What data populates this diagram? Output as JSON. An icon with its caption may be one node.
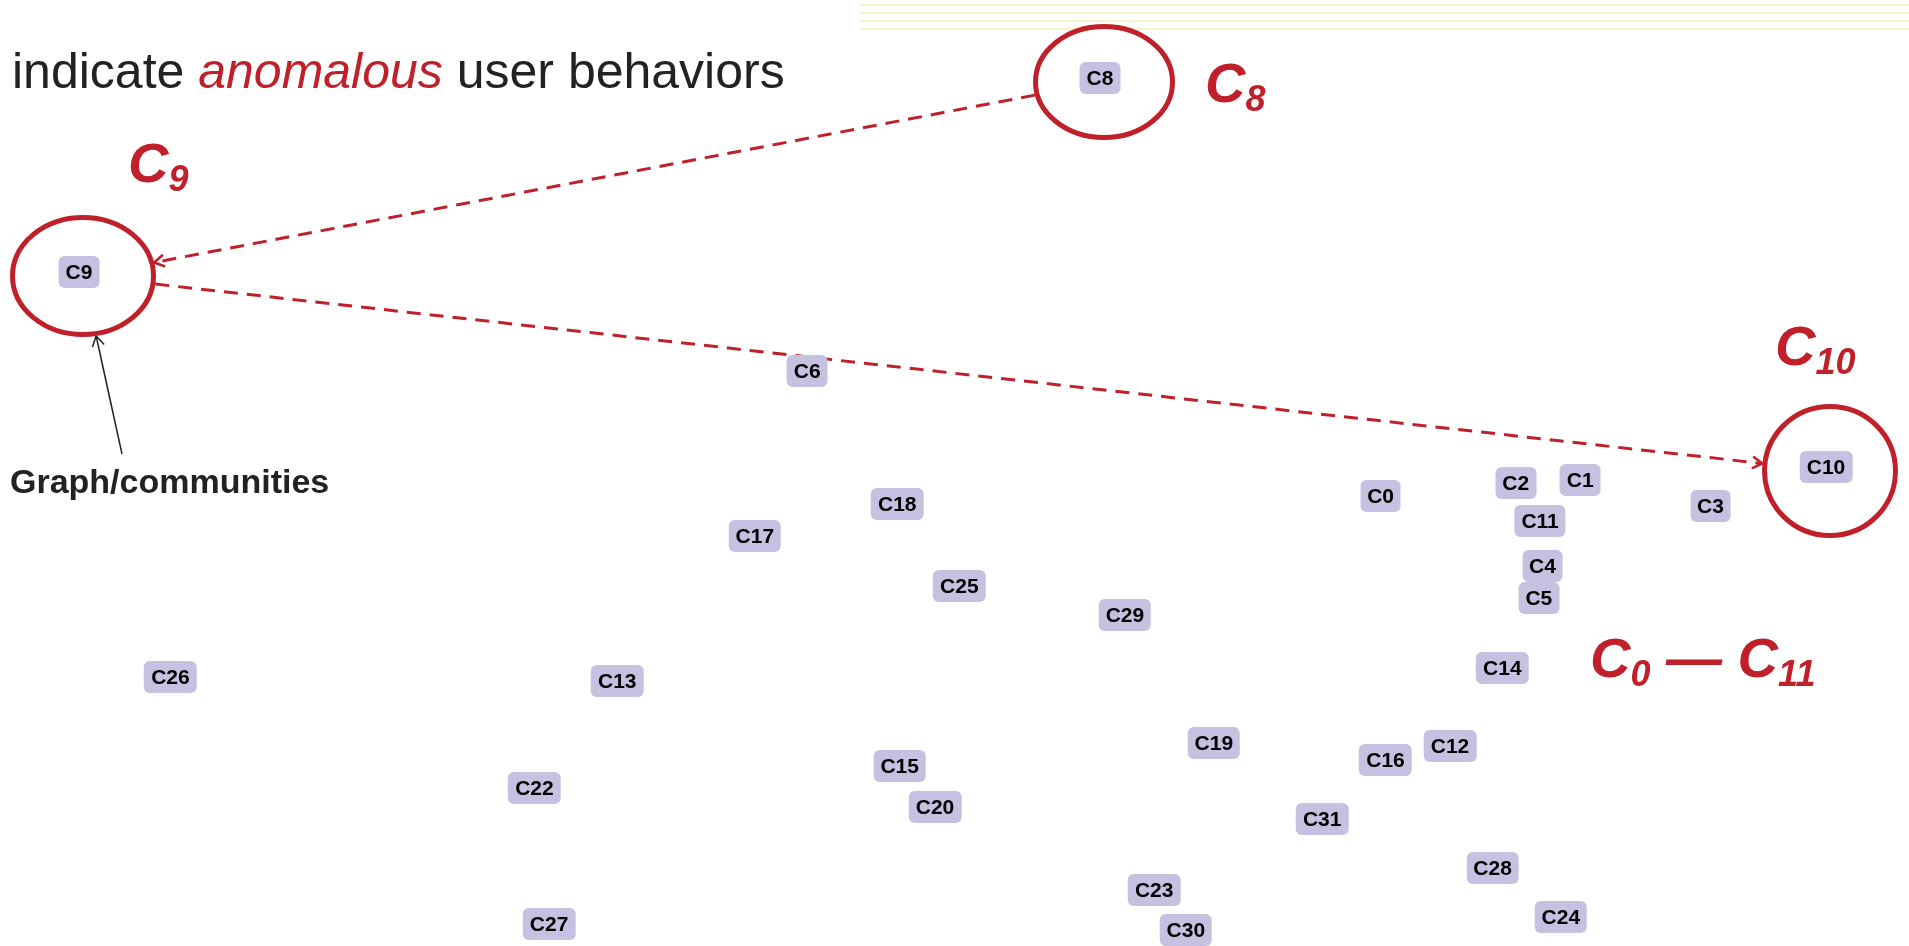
{
  "diagram": {
    "nodes": [
      {
        "text": [],
        "shape": "circle",
        "beside": [
          "C$_{8}$"
        ]
      },
      {
        "text": [
          "C8"
        ],
        "in": 0
      },
      {
        "text": [],
        "shape": "circle",
        "beside": [
          "C$_{9}$"
        ]
      },
      {
        "text": [
          "C9"
        ],
        "in": 2
      },
      {
        "text": [
          "C6"
        ]
      },
      {
        "text": [
          "Graph/communities"
        ]
      },
      {
        "text": [],
        "shape": "circle",
        "beside": [
          "C$_{10}$"
        ]
      },
      {
        "text": [
          "C10"
        ],
        "in": 6
      },
      {
        "text": [
          "C2"
        ]
      },
      {
        "text": [
          "C1"
        ]
      },
      {
        "text": [
          "C0"
        ]
      },
      {
        "text": [
          "C18"
        ]
      },
      {
        "text": [
          "C3"
        ]
      },
      {
        "text": [
          "C11"
        ]
      },
      {
        "text": [
          "C17"
        ]
      },
      {
        "text": [
          "C4"
        ]
      },
      {
        "text": [
          "C25"
        ]
      },
      {
        "text": [
          "C5"
        ]
      },
      {
        "text": [
          "C29"
        ]
      },
      {
        "text": [
          "C14"
        ]
      },
      {
        "text": [
          "C26"
        ]
      },
      {
        "text": [
          "C13"
        ]
      },
      {
        "text": [
          "C19"
        ]
      },
      {
        "text": [
          "C12"
        ]
      },
      {
        "text": [
          "C16"
        ]
      },
      {
        "text": [
          "C15"
        ]
      },
      {
        "text": [
          "C22"
        ]
      },
      {
        "text": [
          "C20"
        ]
      },
      {
        "text": [
          "C31"
        ]
      },
      {
        "text": [
          "C28"
        ]
      },
      {
        "text": [
          "C23"
        ]
      },
      {
        "text": [
          "C24"
        ]
      },
      {
        "text": [
          "C27"
        ]
      },
      {
        "text": [
          "C30"
        ]
      }
    ],
    "edges": [
      {
        "from": 0,
        "to": 2,
        "arrow": "to",
        "style": "dashed"
      },
      {
        "from": 2,
        "to": 6,
        "arrow": "to",
        "style": "dashed"
      },
      {
        "from": 5,
        "to": 2,
        "arrow": "to",
        "color": "#222222"
      }
    ],
    "labels": [
      "indicate *anomalous* user behaviors",
      "C$_{0}$ — C$_{11}$"
    ]
  }
}
